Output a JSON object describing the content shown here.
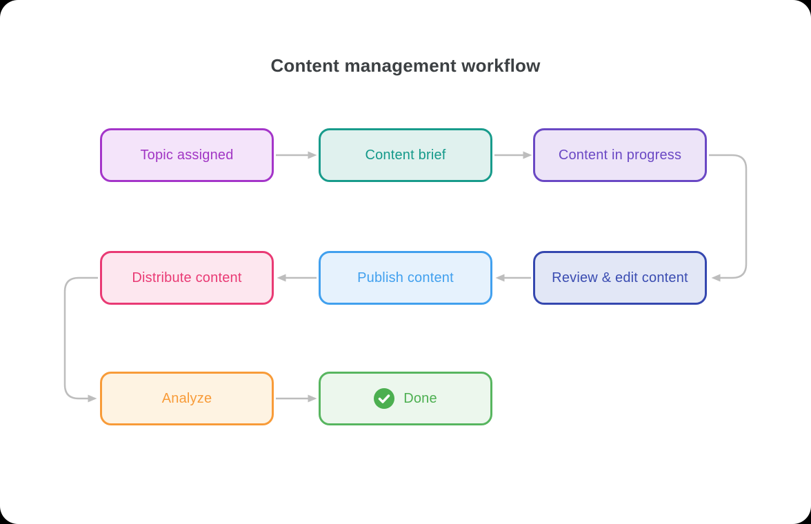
{
  "title": "Content management workflow",
  "colors": {
    "title": "#3c4043",
    "connector": "#bdbdbd",
    "canvas": "#ffffff"
  },
  "nodes": [
    {
      "id": "topic-assigned",
      "label": "Topic assigned",
      "border": "#a435c9",
      "fill": "#f4e4fa",
      "text": "#a136c4"
    },
    {
      "id": "content-brief",
      "label": "Content brief",
      "border": "#189b8b",
      "fill": "#e0f1ee",
      "text": "#14998a"
    },
    {
      "id": "content-in-progress",
      "label": "Content in progress",
      "border": "#6a48c4",
      "fill": "#ede4f8",
      "text": "#6a48c4"
    },
    {
      "id": "review-edit-content",
      "label": "Review & edit content",
      "border": "#3547af",
      "fill": "#e2e7f6",
      "text": "#3a4cb1"
    },
    {
      "id": "publish-content",
      "label": "Publish content",
      "border": "#41a0ee",
      "fill": "#e6f2fd",
      "text": "#41a0ee"
    },
    {
      "id": "distribute-content",
      "label": "Distribute content",
      "border": "#e93a74",
      "fill": "#fde7ef",
      "text": "#e93a74"
    },
    {
      "id": "analyze",
      "label": "Analyze",
      "border": "#f89b38",
      "fill": "#fef3e2",
      "text": "#f89b38"
    },
    {
      "id": "done",
      "label": "Done",
      "border": "#57b55f",
      "fill": "#ecf7ed",
      "text": "#4caf50",
      "icon": "check-circle-icon",
      "icon_color": "#4caf50"
    }
  ],
  "connections": [
    {
      "from": "Topic assigned",
      "to": "Content brief"
    },
    {
      "from": "Content brief",
      "to": "Content in progress"
    },
    {
      "from": "Content in progress",
      "to": "Review & edit content"
    },
    {
      "from": "Review & edit content",
      "to": "Publish content"
    },
    {
      "from": "Publish content",
      "to": "Distribute content"
    },
    {
      "from": "Distribute content",
      "to": "Analyze"
    },
    {
      "from": "Analyze",
      "to": "Done"
    }
  ]
}
